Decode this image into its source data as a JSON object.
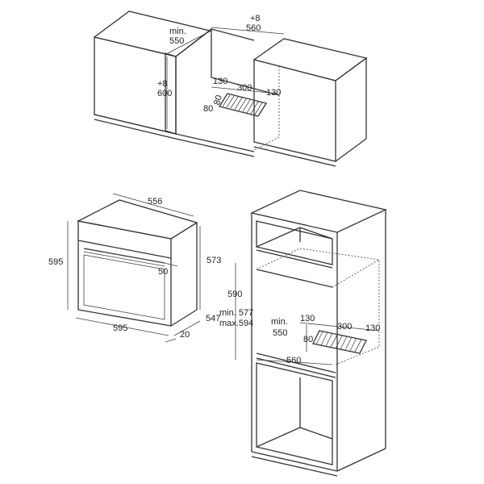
{
  "top_diagram": {
    "depth_min": "min.",
    "depth_val": "550",
    "width_plus": "+8",
    "width_val": "560",
    "height_plus": "+8",
    "height_val": "600",
    "vent_left": "130",
    "vent_mid": "300",
    "vent_right": "130",
    "vent_height": "80",
    "vent_depth": "80"
  },
  "oven": {
    "top_width": "556",
    "height": "595",
    "inner_height": "573",
    "panel": "50",
    "width": "595",
    "depth": "547",
    "door": "20"
  },
  "tall_cabinet": {
    "height_val": "590",
    "height_min": "min. 577",
    "height_max": "max.594",
    "depth_min": "min.",
    "depth_val": "550",
    "width_val": "560",
    "vent_left": "130",
    "vent_mid": "300",
    "vent_right": "130",
    "vent_height": "80"
  }
}
